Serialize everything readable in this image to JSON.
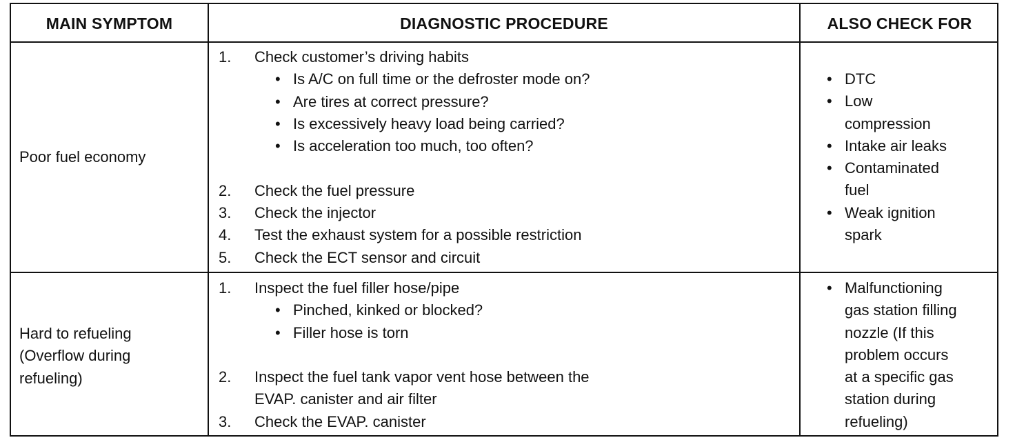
{
  "headers": [
    "MAIN SYMPTOM",
    "DIAGNOSTIC PROCEDURE",
    "ALSO CHECK FOR"
  ],
  "rows": [
    {
      "symptom": [
        "Poor fuel economy"
      ],
      "procedure": [
        {
          "num": "1.",
          "text": "Check customer’s driving habits",
          "subs": [
            "Is A/C on full time or the defroster mode on?",
            "Are tires at correct pressure?",
            "Is excessively heavy load being carried?",
            "Is acceleration too much, too often?"
          ]
        },
        {
          "num": "2.",
          "text": "Check the fuel pressure"
        },
        {
          "num": "3.",
          "text": "Check the injector"
        },
        {
          "num": "4.",
          "text": "Test the exhaust system for a possible restriction"
        },
        {
          "num": "5.",
          "text": "Check the ECT sensor and circuit"
        }
      ],
      "also": [
        [
          "DTC"
        ],
        [
          "Low",
          "compression"
        ],
        [
          "Intake air leaks"
        ],
        [
          "Contaminated",
          "fuel"
        ],
        [
          "Weak ignition",
          "spark"
        ]
      ]
    },
    {
      "symptom": [
        "Hard to refueling",
        "(Overflow during",
        "refueling)"
      ],
      "procedure": [
        {
          "num": "1.",
          "text": "Inspect the fuel filler hose/pipe",
          "subs": [
            "Pinched, kinked or blocked?",
            "Filler hose is torn"
          ]
        },
        {
          "num": "2.",
          "text": "Inspect the fuel tank vapor vent hose between the",
          "cont": "EVAP. canister and air filter"
        },
        {
          "num": "3.",
          "text": "Check the EVAP. canister"
        }
      ],
      "also": [
        [
          "Malfunctioning",
          "gas station filling",
          "nozzle (If this",
          "problem occurs",
          "at a specific gas",
          "station during",
          "refueling)"
        ]
      ]
    }
  ]
}
